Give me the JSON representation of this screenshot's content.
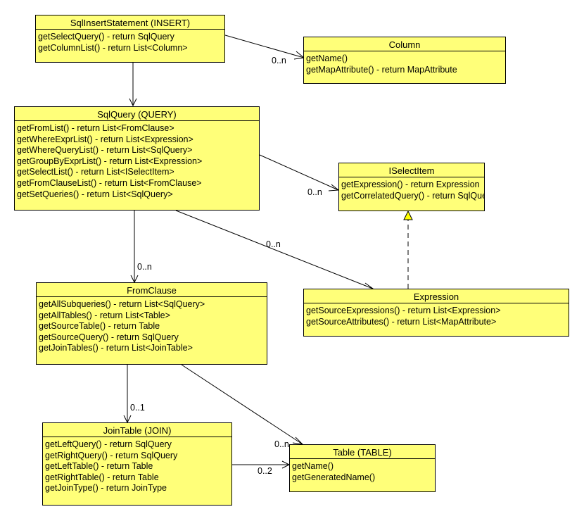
{
  "classes": {
    "sqlinsert": {
      "title": "SqlInsertStatement (INSERT)",
      "methods": [
        "getSelectQuery() - return SqlQuery",
        "getColumnList() - return List<Column>"
      ]
    },
    "column": {
      "title": "Column",
      "methods": [
        "getName()",
        "getMapAttribute() - return MapAttribute"
      ]
    },
    "sqlquery": {
      "title": "SqlQuery (QUERY)",
      "methods": [
        "getFromList() - return List<FromClause>",
        "getWhereExprList() - return List<Expression>",
        "getWhereQueryList() - return List<SqlQuery>",
        "getGroupByExprList() - return List<Expression>",
        "getSelectList() - return List<ISelectItem>",
        "getFromClauseList() - return List<FromClause>",
        "getSetQueries() - return List<SqlQuery>"
      ]
    },
    "iselectitem": {
      "title": "ISelectItem",
      "methods": [
        "getExpression() - return Expression",
        "getCorrelatedQuery() - return SqlQuery"
      ]
    },
    "fromclause": {
      "title": "FromClause",
      "methods": [
        "getAllSubqueries() - return List<SqlQuery>",
        "getAllTables() - return List<Table>",
        "getSourceTable() - return Table",
        "getSourceQuery() - return SqlQuery",
        "getJoinTables() - return List<JoinTable>"
      ]
    },
    "expression": {
      "title": "Expression",
      "methods": [
        "getSourceExpressions() - return List<Expression>",
        "getSourceAttributes() - return List<MapAttribute>"
      ]
    },
    "jointable": {
      "title": "JoinTable (JOIN)",
      "methods": [
        "getLeftQuery() - return SqlQuery",
        "getRightQuery() - return SqlQuery",
        "getLeftTable() - return Table",
        "getRightTable() - return Table",
        "getJoinType() - return JoinType"
      ]
    },
    "table": {
      "title": "Table (TABLE)",
      "methods": [
        "getName()",
        "getGeneratedName()"
      ]
    }
  },
  "multiplicities": {
    "insert_column": "0..n",
    "query_selectitem": "0..n",
    "query_fromclause": "0..n",
    "query_expression": "0..n",
    "fromclause_jointable": "0..1",
    "fromclause_table": "0..n",
    "jointable_table": "0..2"
  },
  "colors": {
    "class_fill": "#ffff79",
    "border": "#000000",
    "realization_arrow": "#ffff00"
  }
}
